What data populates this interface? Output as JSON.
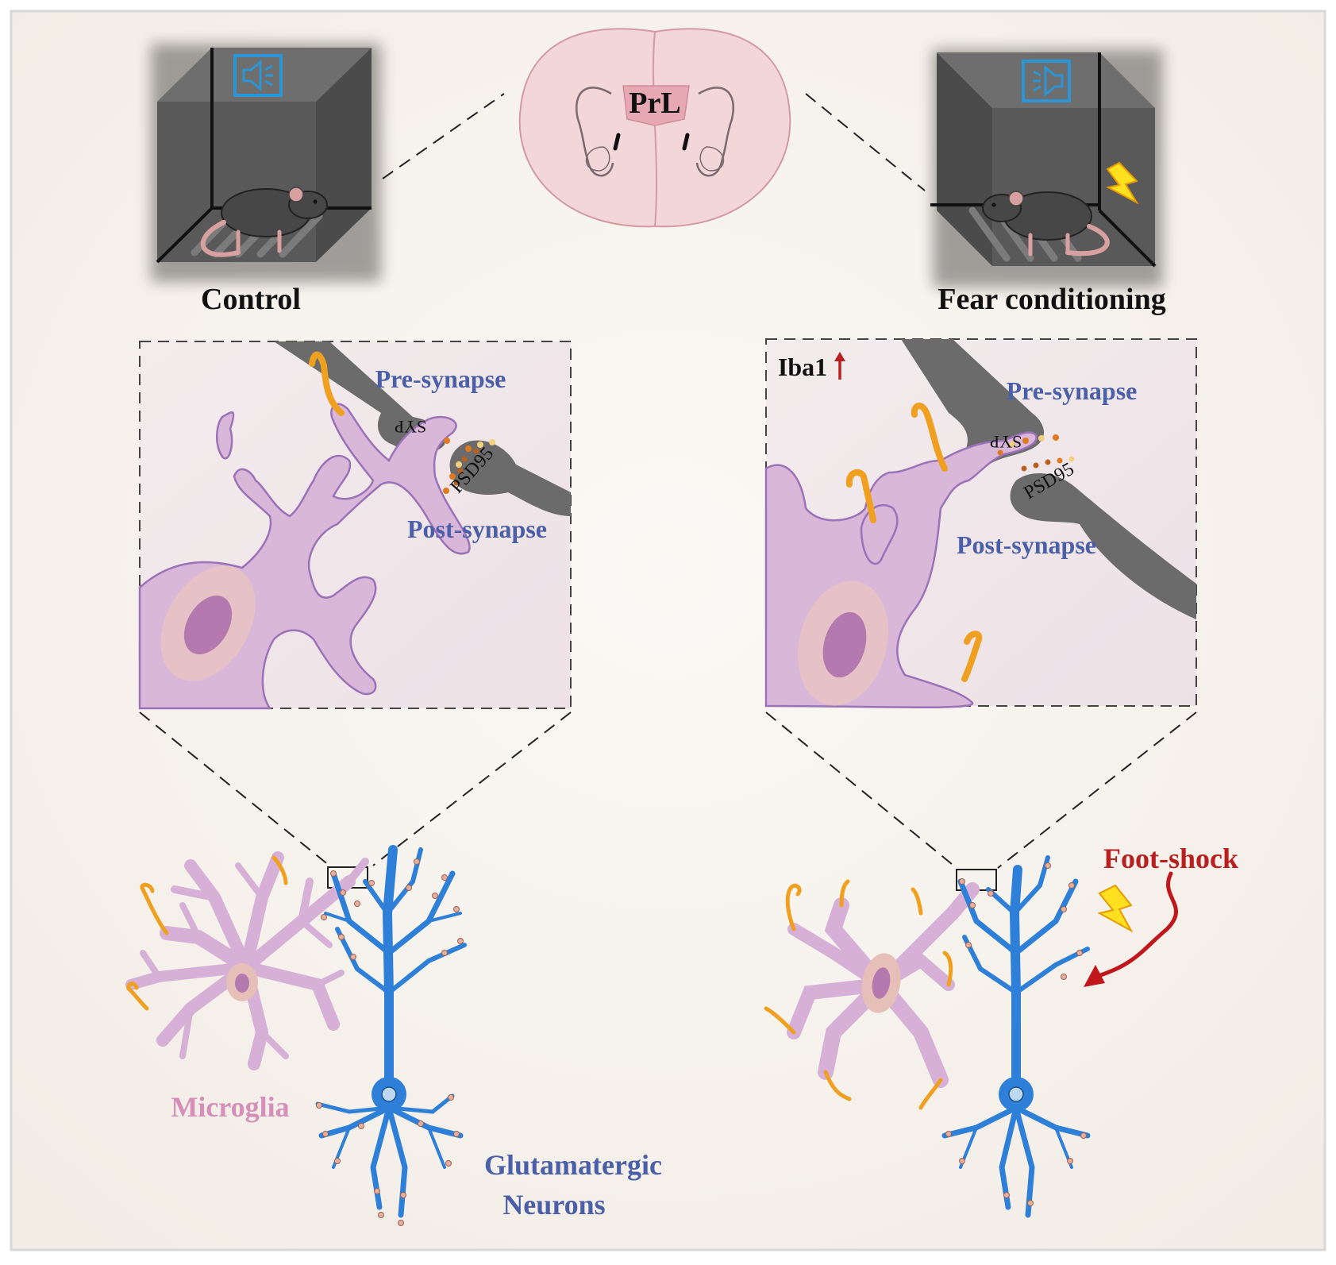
{
  "brain": {
    "region_label": "PrL"
  },
  "conditions": {
    "left": "Control",
    "right": "Fear conditioning"
  },
  "zoom_left": {
    "pre_label": "Pre-synapse",
    "post_label": "Post-synapse",
    "syp_label": "SYP",
    "psd_label": "PSD95"
  },
  "zoom_right": {
    "marker_label": "Iba1",
    "pre_label": "Pre-synapse",
    "post_label": "Post-synapse",
    "syp_label": "SYP",
    "psd_label": "PSD95"
  },
  "cells": {
    "microglia_label": "Microglia",
    "neuron_label_line1": "Glutamatergic",
    "neuron_label_line2": "Neurons"
  },
  "stimulus": {
    "shock_label": "Foot-shock"
  },
  "colors": {
    "microglia": "#d6b0d6",
    "neuron": "#2e7fd8",
    "process_tip": "#f0a020",
    "gray_neurite": "#6b6b6b",
    "label_blue": "#4a5fa8",
    "label_pink": "#d58fb8",
    "label_red": "#b82020",
    "arrow_red": "#c0171c",
    "bolt": "#ffe020"
  },
  "icons": [
    "speaker-icon",
    "lightning-bolt-icon",
    "up-arrow-icon",
    "mouse-icon"
  ]
}
